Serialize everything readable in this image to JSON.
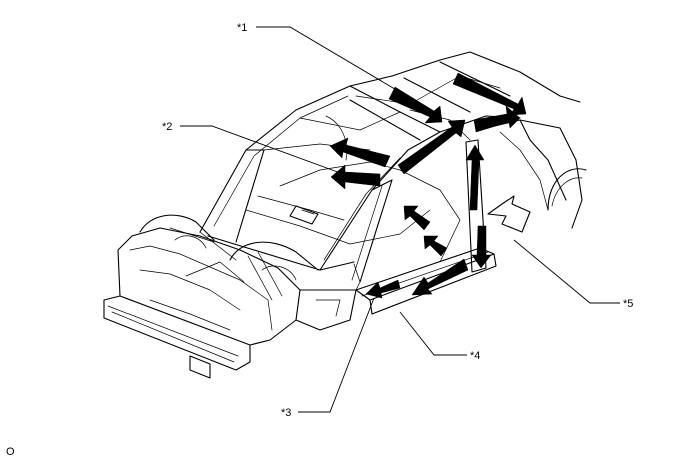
{
  "callouts": [
    {
      "id": "1",
      "label": "*1"
    },
    {
      "id": "2",
      "label": "*2"
    },
    {
      "id": "3",
      "label": "*3"
    },
    {
      "id": "4",
      "label": "*4"
    },
    {
      "id": "5",
      "label": "*5"
    }
  ],
  "footer": {
    "code": "O"
  },
  "colors": {
    "line": "#000000",
    "arrow_fill": "#000000",
    "impact_arrow_fill": "#ffffff"
  },
  "illustration": {
    "subject": "car-body-shell-icon"
  }
}
